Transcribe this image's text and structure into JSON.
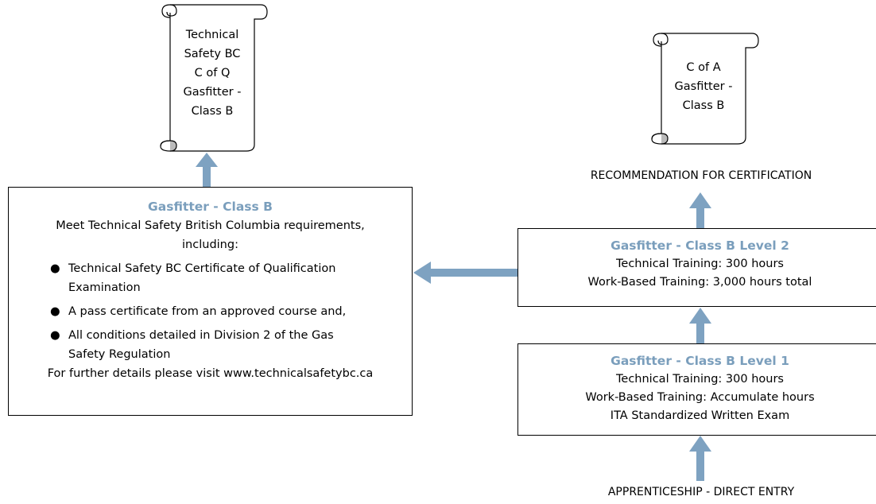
{
  "colors": {
    "accent": "#7a9ebc",
    "arrow": "#7ea2c1",
    "border": "#000000"
  },
  "scroll_left": {
    "lines": [
      "Technical",
      "Safety BC",
      "C of Q",
      "Gasfitter -",
      "Class B"
    ]
  },
  "scroll_right": {
    "lines": [
      "C of A",
      "Gasfitter -",
      "Class B"
    ]
  },
  "recommendation_label": "RECOMMENDATION FOR CERTIFICATION",
  "entry_label": "APPRENTICESHIP - DIRECT ENTRY",
  "box_class_b": {
    "title": "Gasfitter - Class B",
    "intro_line1": "Meet Technical Safety British Columbia requirements,",
    "intro_line2": "including:",
    "bullets": [
      {
        "line1": "Technical Safety BC Certificate of Qualification",
        "line2": "Examination"
      },
      {
        "line1": "A pass certificate from an approved course and,",
        "line2": ""
      },
      {
        "line1": "All conditions detailed in Division 2 of the Gas",
        "line2": "Safety Regulation"
      }
    ],
    "footer": "For further details please visit www.technicalsafetybc.ca"
  },
  "box_level2": {
    "title": "Gasfitter - Class B Level 2",
    "line1": "Technical Training:  300 hours",
    "line2": "Work-Based Training: 3,000 hours total"
  },
  "box_level1": {
    "title": "Gasfitter - Class B Level 1",
    "line1": "Technical Training:  300 hours",
    "line2": "Work-Based Training: Accumulate hours",
    "line3": "ITA Standardized Written Exam"
  }
}
